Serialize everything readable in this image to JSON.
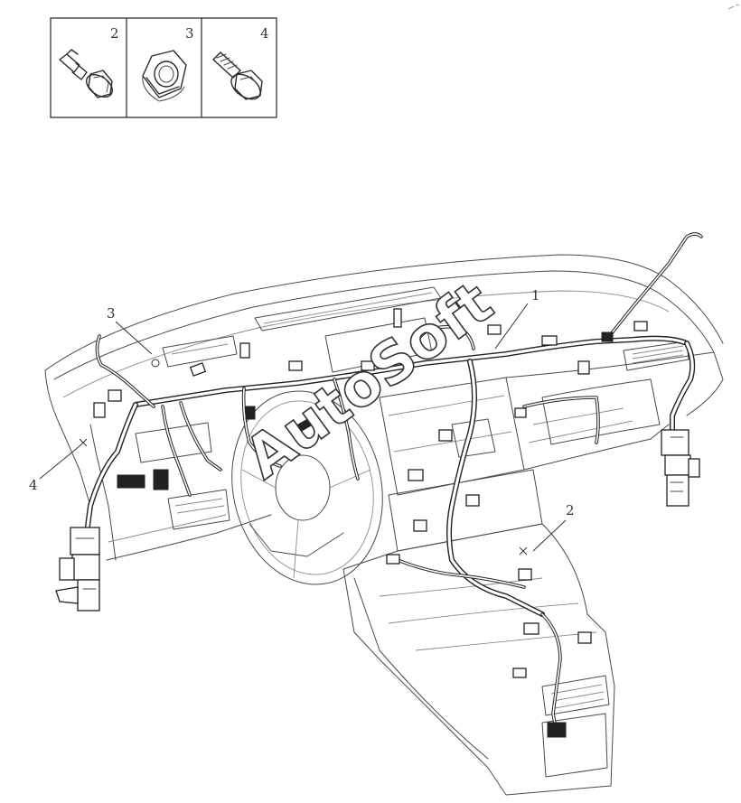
{
  "legend": {
    "cells": [
      {
        "number": "2",
        "icon": "flange-bolt-with-pin-icon"
      },
      {
        "number": "3",
        "icon": "hex-flange-nut-icon"
      },
      {
        "number": "4",
        "icon": "hex-flange-bolt-icon"
      }
    ]
  },
  "callouts": [
    {
      "id": "callout-1",
      "number": "1"
    },
    {
      "id": "callout-2",
      "number": "2"
    },
    {
      "id": "callout-3",
      "number": "3"
    },
    {
      "id": "callout-4",
      "number": "4"
    }
  ],
  "watermark": "AutoSoft",
  "colors": {
    "line": "#2a2a2a",
    "background": "#ffffff"
  }
}
